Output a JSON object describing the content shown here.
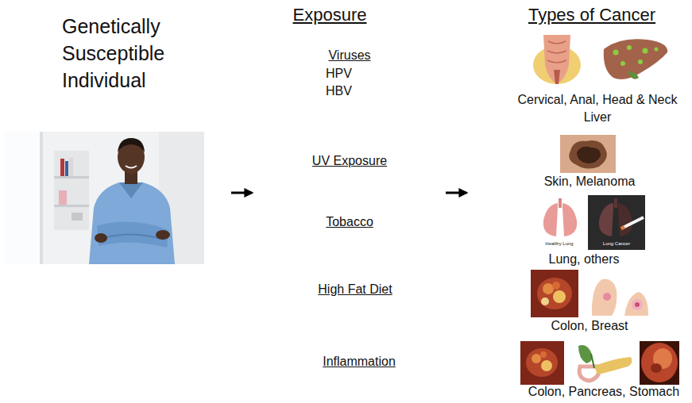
{
  "diagram": {
    "labels": [
      "Genetically Susceptible Individual",
      "Exposure",
      "Types of Cancer",
      "Viruses",
      "HPV",
      "HBV",
      "Cervical, Anal, Head & Neck",
      "Liver",
      "UV Exposure",
      "Skin, Melanoma",
      "Tobacco",
      "Healthy Lung",
      "Lung Cancer",
      "Lung, others",
      "High Fat Diet",
      "Colon, Breast",
      "Inflammation",
      "Colon, Pancreas, Stomach"
    ]
  }
}
